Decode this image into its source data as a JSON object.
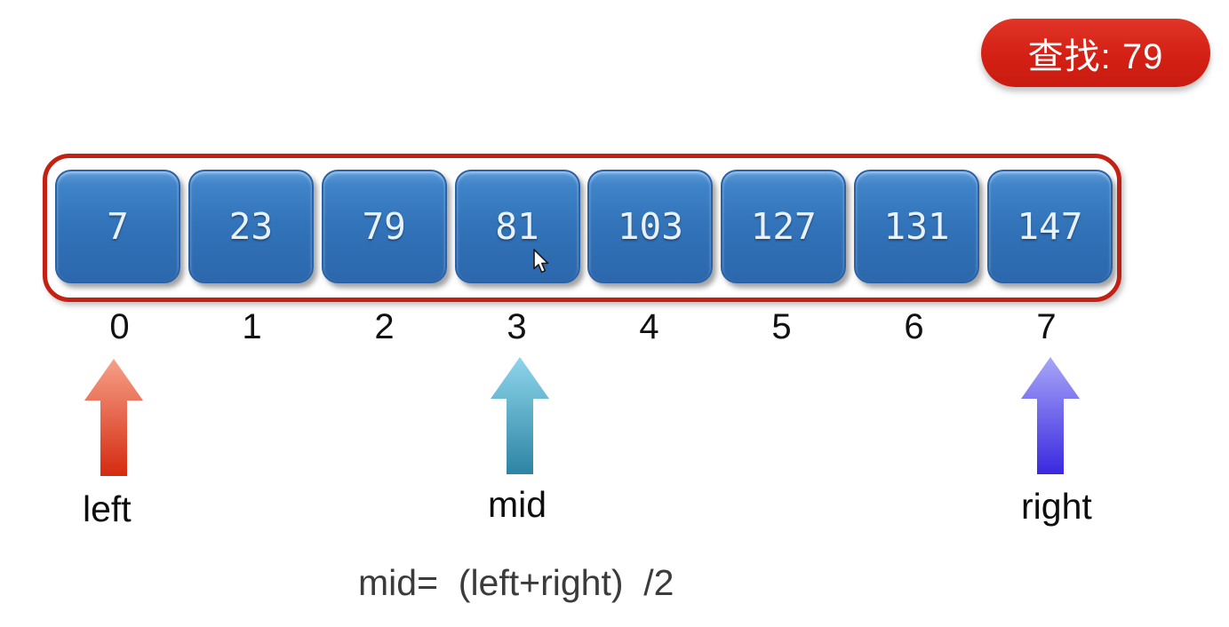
{
  "badge": {
    "label": "查找: 79",
    "bg_color": "#d42014",
    "text_color": "#ffffff"
  },
  "array": {
    "frame_color": "#c22113",
    "cell_color": "#3273b9",
    "cell_text_color": "#e9f2fb",
    "values": [
      "7",
      "23",
      "79",
      "81",
      "103",
      "127",
      "131",
      "147"
    ],
    "indices": [
      "0",
      "1",
      "2",
      "3",
      "4",
      "5",
      "6",
      "7"
    ]
  },
  "pointers": {
    "left": {
      "label": "left",
      "index": "0",
      "color_top": "#f6a188",
      "color_bottom": "#d42a10"
    },
    "mid": {
      "label": "mid",
      "index": "3",
      "color_top": "#8ed6ec",
      "color_bottom": "#2d84a4"
    },
    "right": {
      "label": "right",
      "index": "7",
      "color_top": "#a8a6f7",
      "color_bottom": "#3a28e0"
    }
  },
  "formula": {
    "text": "mid=  (left+right)  /2"
  }
}
